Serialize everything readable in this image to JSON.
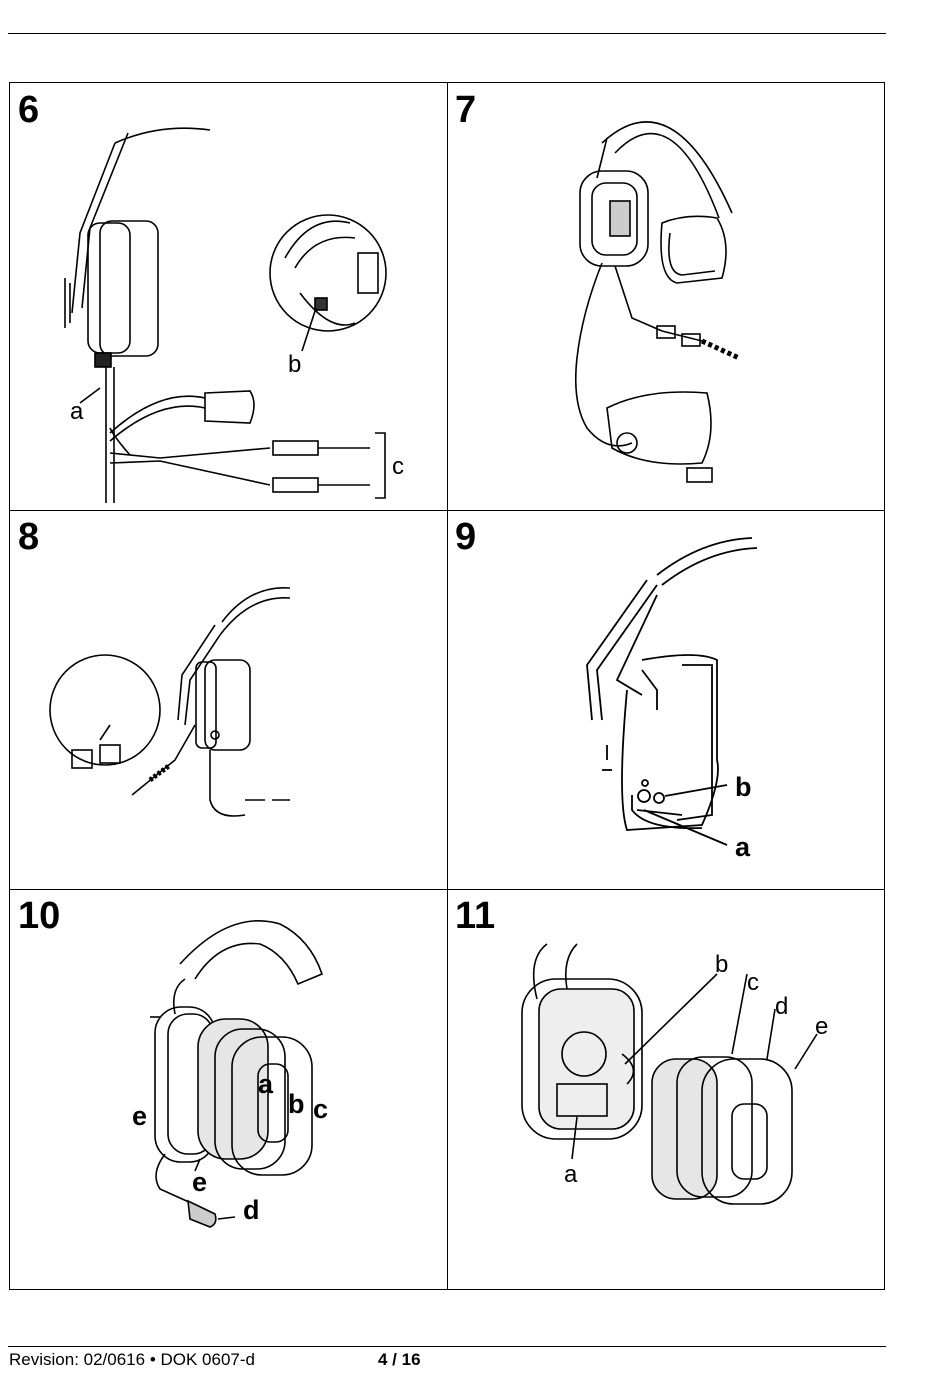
{
  "figures": [
    {
      "number": "6",
      "labels": {
        "a": "a",
        "b": "b",
        "c": "c"
      }
    },
    {
      "number": "7"
    },
    {
      "number": "8"
    },
    {
      "number": "9",
      "labels": {
        "a": "a",
        "b": "b"
      }
    },
    {
      "number": "10",
      "labels": {
        "a": "a",
        "b": "b",
        "c": "c",
        "d": "d",
        "e1": "e",
        "e2": "e"
      }
    },
    {
      "number": "11",
      "labels": {
        "a": "a",
        "b": "b",
        "c": "c",
        "d": "d",
        "e": "e"
      }
    }
  ],
  "footer": {
    "revision": "Revision: 02/0616 • DOK 0607-d",
    "page": "4 / 16"
  }
}
